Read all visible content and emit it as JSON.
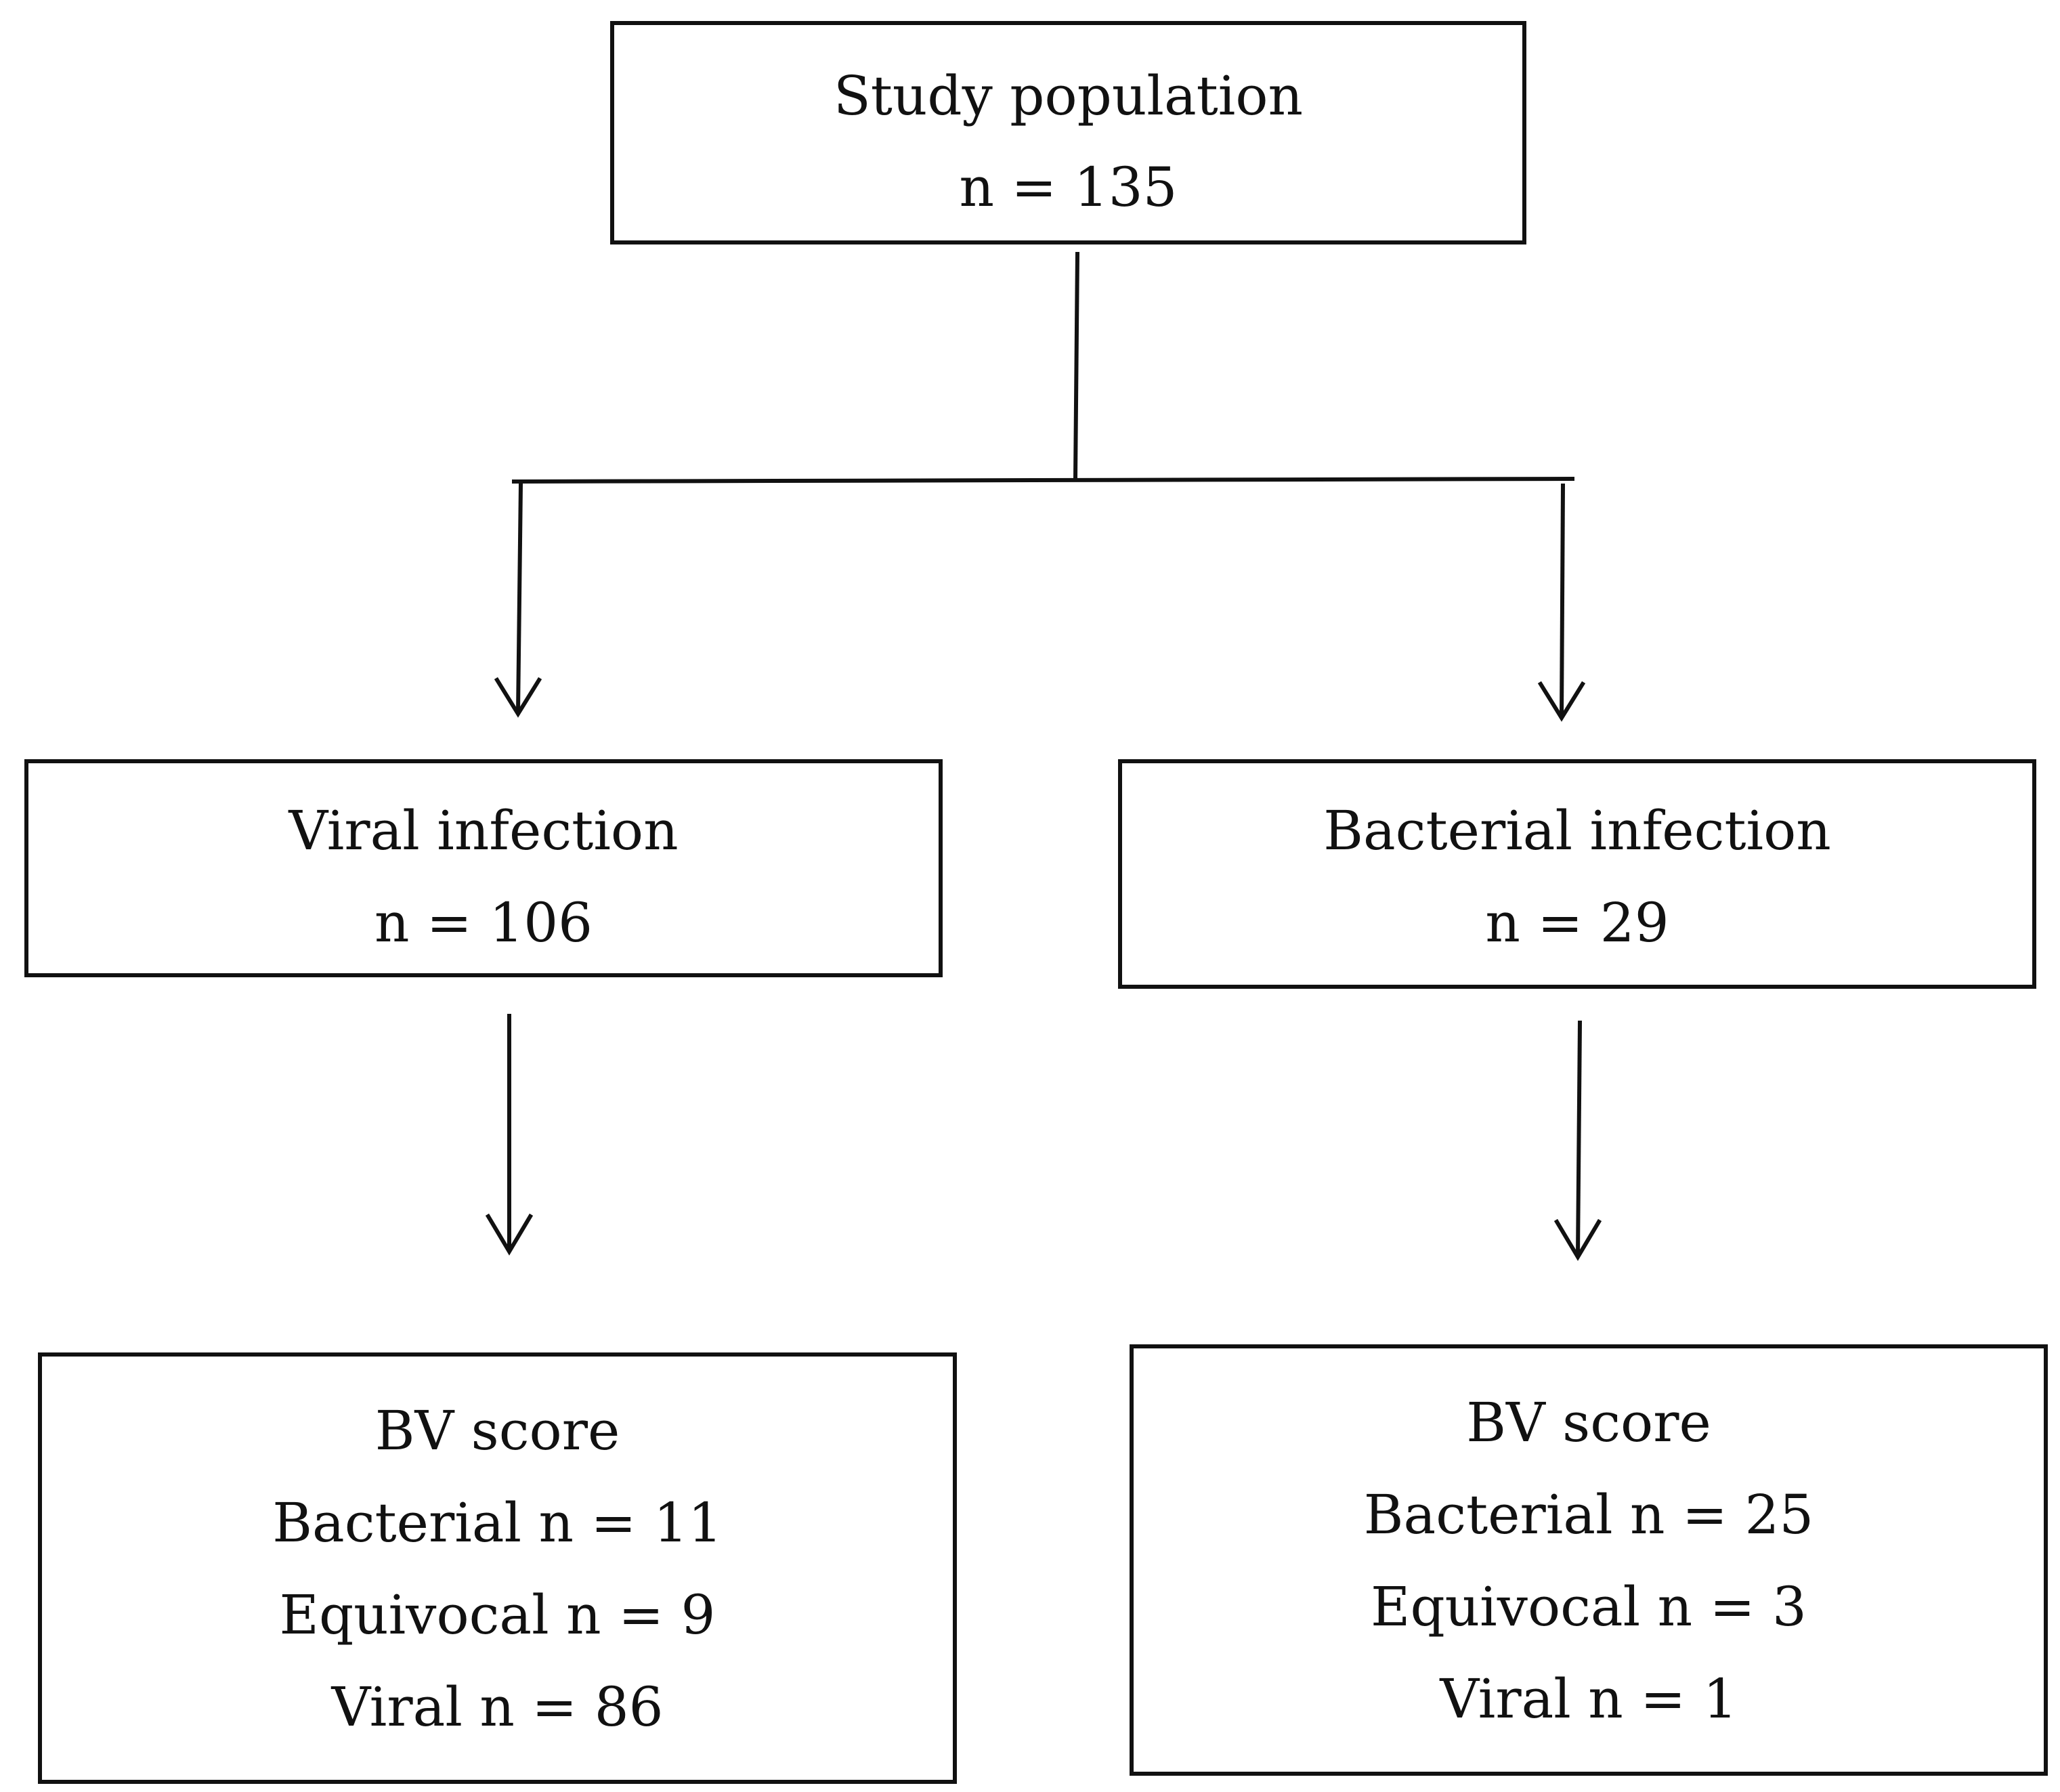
{
  "study": {
    "title": "Study population",
    "count": "n = 135"
  },
  "viral": {
    "title": "Viral infection",
    "count": "n = 106",
    "bv_score": {
      "title": "BV score",
      "bacterial": "Bacterial n = 11",
      "equivocal": "Equivocal n = 9",
      "viral": "Viral n = 86"
    }
  },
  "bacterial": {
    "title": "Bacterial infection",
    "count": "n = 29",
    "bv_score": {
      "title": "BV score",
      "bacterial": "Bacterial n = 25",
      "equivocal": "Equivocal n = 3",
      "viral": "Viral n = 1"
    }
  },
  "colors": {
    "stroke": "#111111",
    "background": "#ffffff"
  }
}
